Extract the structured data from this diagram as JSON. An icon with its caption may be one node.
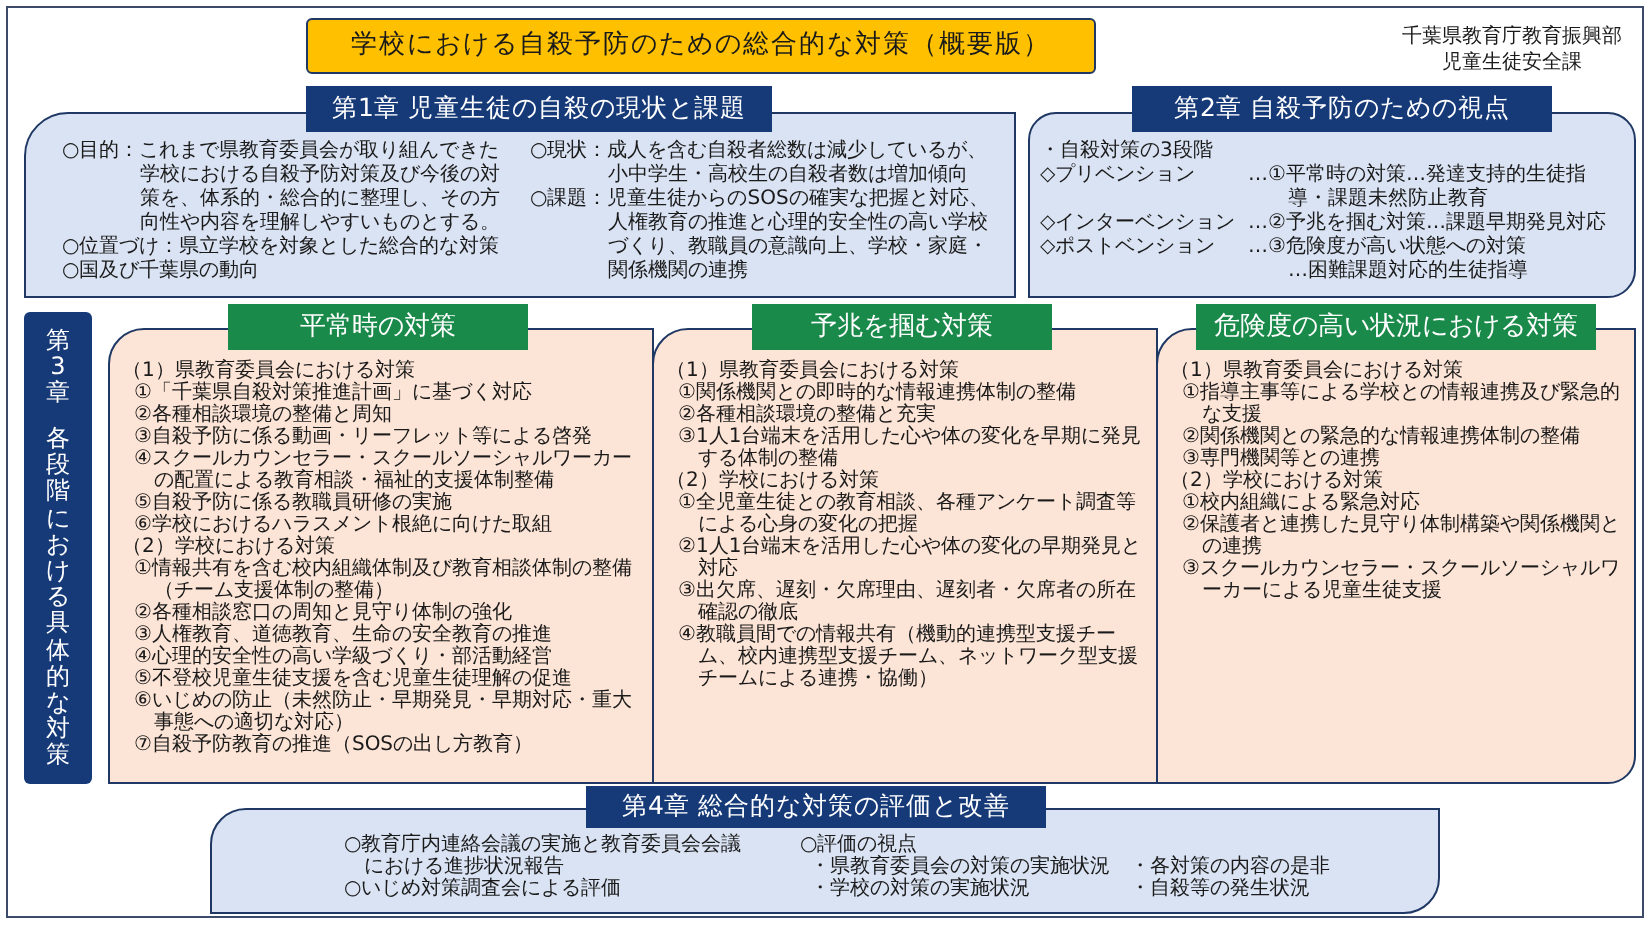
{
  "diagram": {
    "title": "学校における自殺予防のための総合的な対策（概要版）",
    "nodes": [
      {
        "text": [
          "第1章 児童生徒の自殺の現状と課題",
          "○目的：これまで県教育委員会が取り組んできた学校における自殺予防対策及び今後の対策を、体系的・総合的に整理し、その方向性や内容を理解しやすいものとする。",
          "○位置づけ：県立学校を対象とした総合的な対策",
          "○国及び千葉県の動向",
          "○現状：成人を含む自殺者総数は減少しているが、小中学生・高校生の自殺者数は増加傾向",
          "○課題：児童生徒からのSOSの確実な把握と対応、人権教育の推進と心理的安全性の高い学校づくり、教職員の意識向上、学校・家庭・関係機関の連携"
        ]
      },
      {
        "text": [
          "第2章 自殺予防のための視点",
          "・自殺対策の3段階",
          "◇プリベンション",
          "…①平常時の対策…発達支持的生徒指導・課題未然防止教育",
          "◇インターベンション",
          "…②予兆を掴む対策…課題早期発見対応",
          "◇ポストベンション",
          "…③危険度が高い状態への対策",
          "…困難課題対応的生徒指導"
        ]
      },
      {
        "text": [
          "第3章",
          "各段階における具体的な対策"
        ]
      },
      {
        "text": [
          "平常時の対策",
          "（1）県教育委員会における対策",
          "①「千葉県自殺対策推進計画」に基づく対応",
          "②各種相談環境の整備と周知",
          "③自殺予防に係る動画・リーフレット等による啓発",
          "④スクールカウンセラー・スクールソーシャルワーカーの配置による教育相談・福祉的支援体制整備",
          "⑤自殺予防に係る教職員研修の実施",
          "⑥学校におけるハラスメント根絶に向けた取組",
          "（2）学校における対策",
          "①情報共有を含む校内組織体制及び教育相談体制の整備（チーム支援体制の整備）",
          "②各種相談窓口の周知と見守り体制の強化",
          "③人権教育、道徳教育、生命の安全教育の推進",
          "④心理的安全性の高い学級づくり・部活動経営",
          "⑤不登校児童生徒支援を含む児童生徒理解の促進",
          "⑥いじめの防止（未然防止・早期発見・早期対応・重大事態への適切な対応）",
          "⑦自殺予防教育の推進（SOSの出し方教育）"
        ]
      },
      {
        "text": [
          "予兆を掴む対策",
          "（1）県教育委員会における対策",
          "①関係機関との即時的な情報連携体制の整備",
          "②各種相談環境の整備と充実",
          "③1人1台端末を活用した心や体の変化を早期に発見する体制の整備",
          "（2）学校における対策",
          "①全児童生徒との教育相談、各種アンケート調査等による心身の変化の把握",
          "②1人1台端末を活用した心や体の変化の早期発見と対応",
          "③出欠席、遅刻・欠席理由、遅刻者・欠席者の所在確認の徹底",
          "④教職員間での情報共有（機動的連携型支援チーム、校内連携型支援チーム、ネットワーク型支援チームによる連携・協働）"
        ]
      },
      {
        "text": [
          "危険度の高い状況における対策",
          "（1）県教育委員会における対策",
          "①指導主事等による学校との情報連携及び緊急的な支援",
          "②関係機関との緊急的な情報連携体制の整備",
          "③専門機関等との連携",
          "（2）学校における対策",
          "①校内組織による緊急対応",
          "②保護者と連携した見守り体制構築や関係機関との連携",
          "③スクールカウンセラー・スクールソーシャルワーカーによる児童生徒支援"
        ]
      },
      {
        "text": [
          "第4章 総合的な対策の評価と改善",
          "○教育庁内連絡会議の実施と教育委員会会議における進捗状況報告",
          "○いじめ対策調査会による評価",
          "○評価の視点",
          "・県教育委員会の対策の実施状況",
          "・各対策の内容の是非",
          "・学校の対策の実施状況",
          "・自殺等の発生状況"
        ]
      }
    ],
    "labels": [
      "千葉県教育庁教育振興部",
      "児童生徒安全課"
    ]
  }
}
